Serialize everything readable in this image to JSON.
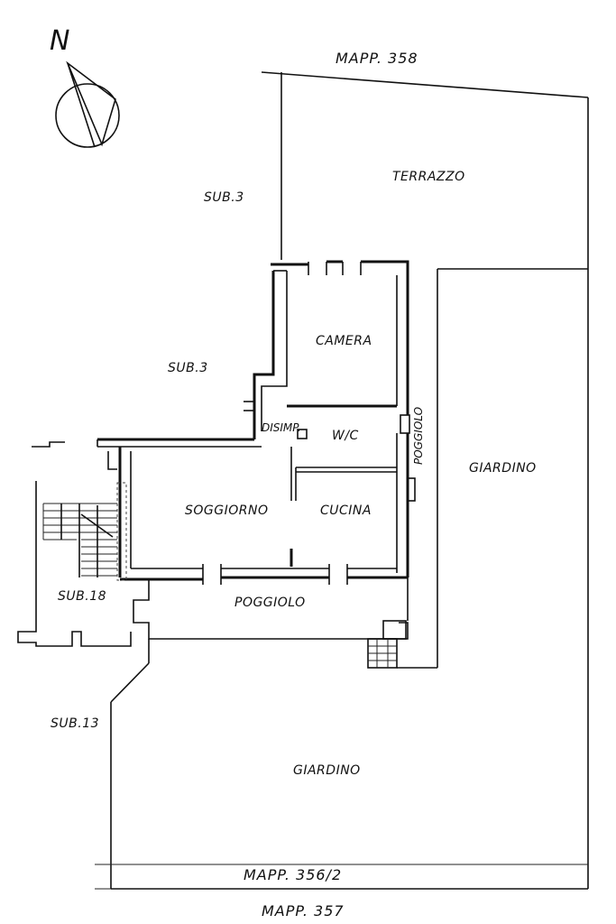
{
  "compass": {
    "north_letter": "N",
    "icon": "north-arrow-icon"
  },
  "labels": {
    "mapp_358": "MAPP. 358",
    "terrazzo": "TERRAZZO",
    "sub3_top": "SUB.3",
    "sub3_mid": "SUB.3",
    "camera": "CAMERA",
    "disimp": "DISIMP.",
    "wc": "W/C",
    "poggiolo_vertical": "POGGIOLO",
    "giardino_right": "GIARDINO",
    "soggiorno": "SOGGIORNO",
    "cucina": "CUCINA",
    "poggiolo_bottom": "POGGIOLO",
    "sub18": "SUB.18",
    "sub13": "SUB.13",
    "giardino_bottom": "GIARDINO",
    "mapp_356": "MAPP. 356/2",
    "mapp_357": "MAPP. 357"
  }
}
